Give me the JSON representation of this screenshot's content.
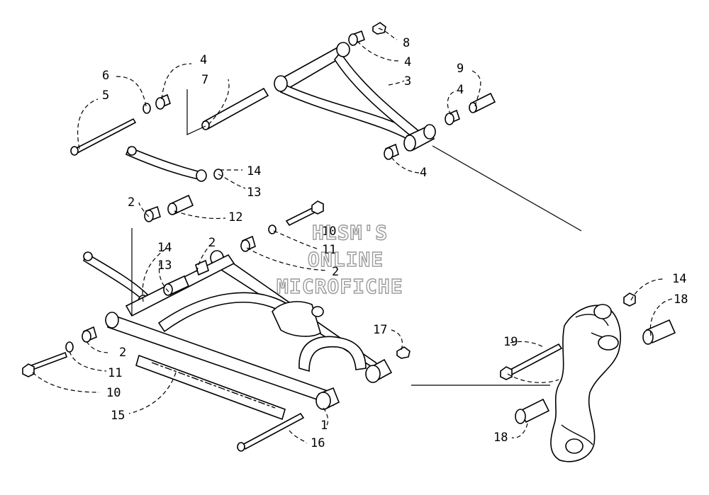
{
  "callouts": [
    "1",
    "2",
    "3",
    "4",
    "5",
    "6",
    "7",
    "8",
    "9",
    "10",
    "11",
    "12",
    "13",
    "14",
    "15",
    "16",
    "17",
    "18",
    "19"
  ],
  "watermark": {
    "line1": "HLSM'S",
    "line2": "ONLINE",
    "line3": "MICROFICHE"
  }
}
